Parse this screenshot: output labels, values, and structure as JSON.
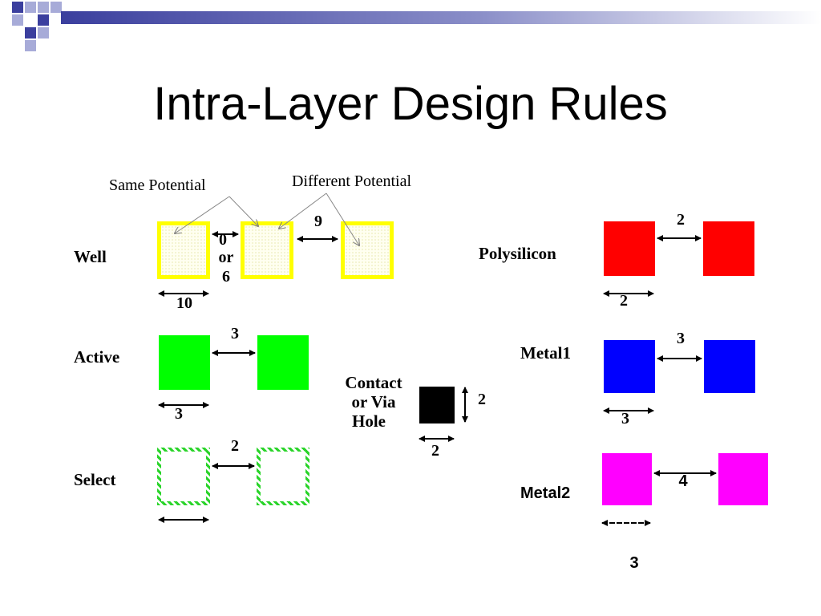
{
  "slide": {
    "title": "Intra-Layer Design Rules"
  },
  "annotations": {
    "same_potential": "Same Potential",
    "different_potential": "Different Potential"
  },
  "layers": {
    "well": {
      "label": "Well",
      "width": "10",
      "spacing_same_1": "0",
      "spacing_same_2": "or",
      "spacing_same_3": "6",
      "spacing_diff": "9",
      "color": "#ffff00"
    },
    "active": {
      "label": "Active",
      "width": "3",
      "spacing": "3",
      "color": "#00ff00"
    },
    "select": {
      "label": "Select",
      "spacing": "2",
      "color": "#33ee33"
    },
    "contact": {
      "label_1": "Contact",
      "label_2": "or Via",
      "label_3": "Hole",
      "width": "2",
      "height": "2",
      "color": "#000000"
    },
    "polysilicon": {
      "label": "Polysilicon",
      "width": "2",
      "spacing": "2",
      "color": "#ff0000"
    },
    "metal1": {
      "label": "Metal1",
      "width": "3",
      "spacing": "3",
      "color": "#0000ff"
    },
    "metal2": {
      "label": "Metal2",
      "width": "3",
      "spacing": "4",
      "color": "#ff00ff"
    }
  }
}
